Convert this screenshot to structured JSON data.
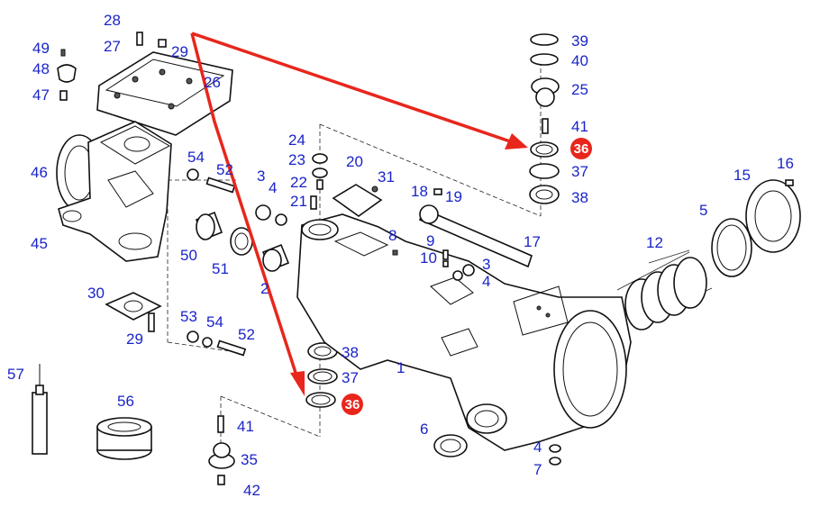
{
  "diagram": {
    "labels": [
      {
        "id": "lbl-28",
        "text": "28"
      },
      {
        "id": "lbl-27",
        "text": "27"
      },
      {
        "id": "lbl-29a",
        "text": "29"
      },
      {
        "id": "lbl-26",
        "text": "26"
      },
      {
        "id": "lbl-49",
        "text": "49"
      },
      {
        "id": "lbl-48",
        "text": "48"
      },
      {
        "id": "lbl-47",
        "text": "47"
      },
      {
        "id": "lbl-46",
        "text": "46"
      },
      {
        "id": "lbl-45",
        "text": "45"
      },
      {
        "id": "lbl-54a",
        "text": "54"
      },
      {
        "id": "lbl-52a",
        "text": "52"
      },
      {
        "id": "lbl-50",
        "text": "50"
      },
      {
        "id": "lbl-51",
        "text": "51"
      },
      {
        "id": "lbl-3a",
        "text": "3"
      },
      {
        "id": "lbl-4a",
        "text": "4"
      },
      {
        "id": "lbl-2",
        "text": "2"
      },
      {
        "id": "lbl-30",
        "text": "30"
      },
      {
        "id": "lbl-53",
        "text": "53"
      },
      {
        "id": "lbl-54b",
        "text": "54"
      },
      {
        "id": "lbl-52b",
        "text": "52"
      },
      {
        "id": "lbl-29b",
        "text": "29"
      },
      {
        "id": "lbl-57",
        "text": "57"
      },
      {
        "id": "lbl-56",
        "text": "56"
      },
      {
        "id": "lbl-41a",
        "text": "41"
      },
      {
        "id": "lbl-35",
        "text": "35"
      },
      {
        "id": "lbl-42",
        "text": "42"
      },
      {
        "id": "lbl-38a",
        "text": "38"
      },
      {
        "id": "lbl-37a",
        "text": "37"
      },
      {
        "id": "lbl-1",
        "text": "1"
      },
      {
        "id": "lbl-24",
        "text": "24"
      },
      {
        "id": "lbl-23",
        "text": "23"
      },
      {
        "id": "lbl-22",
        "text": "22"
      },
      {
        "id": "lbl-21",
        "text": "21"
      },
      {
        "id": "lbl-20",
        "text": "20"
      },
      {
        "id": "lbl-31",
        "text": "31"
      },
      {
        "id": "lbl-8",
        "text": "8"
      },
      {
        "id": "lbl-18",
        "text": "18"
      },
      {
        "id": "lbl-19",
        "text": "19"
      },
      {
        "id": "lbl-9",
        "text": "9"
      },
      {
        "id": "lbl-10",
        "text": "10"
      },
      {
        "id": "lbl-3b",
        "text": "3"
      },
      {
        "id": "lbl-4b",
        "text": "4"
      },
      {
        "id": "lbl-17",
        "text": "17"
      },
      {
        "id": "lbl-39",
        "text": "39"
      },
      {
        "id": "lbl-40",
        "text": "40"
      },
      {
        "id": "lbl-25",
        "text": "25"
      },
      {
        "id": "lbl-41b",
        "text": "41"
      },
      {
        "id": "lbl-37b",
        "text": "37"
      },
      {
        "id": "lbl-38b",
        "text": "38"
      },
      {
        "id": "lbl-15",
        "text": "15"
      },
      {
        "id": "lbl-16",
        "text": "16"
      },
      {
        "id": "lbl-5",
        "text": "5"
      },
      {
        "id": "lbl-12",
        "text": "12"
      },
      {
        "id": "lbl-6",
        "text": "6"
      },
      {
        "id": "lbl-4c",
        "text": "4"
      },
      {
        "id": "lbl-7",
        "text": "7"
      }
    ],
    "highlights": [
      {
        "id": "badge-36-top",
        "text": "36"
      },
      {
        "id": "badge-36-bottom",
        "text": "36"
      }
    ],
    "colors": {
      "label": "#1a24c8",
      "arrow": "#e8261c",
      "badge": "#e8261c",
      "line": "#111111"
    }
  }
}
